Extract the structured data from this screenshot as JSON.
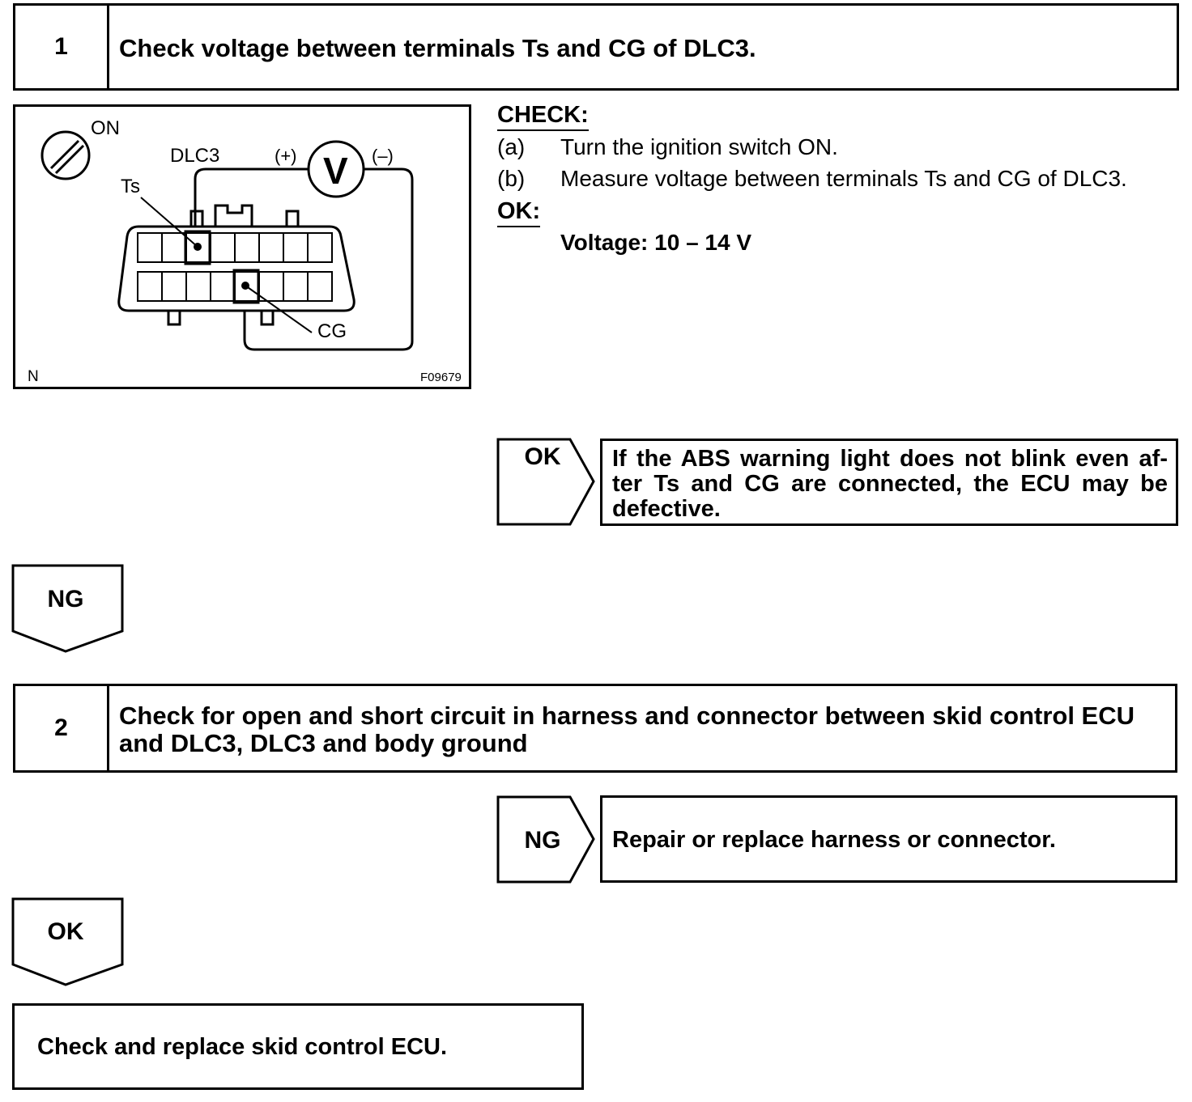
{
  "step1": {
    "number": "1",
    "title": "Check voltage between terminals Ts and CG of DLC3."
  },
  "figure": {
    "label_on": "ON",
    "label_dlc3": "DLC3",
    "label_plus": "(+)",
    "label_minus": "(–)",
    "label_v": "V",
    "label_ts": "Ts",
    "label_cg": "CG",
    "label_n": "N",
    "figure_id": "F09679"
  },
  "check": {
    "heading": "CHECK:",
    "items": [
      {
        "letter": "(a)",
        "text": "Turn the ignition switch ON."
      },
      {
        "letter": "(b)",
        "text": "Measure voltage between terminals Ts and CG of DLC3."
      }
    ],
    "ok_heading": "OK:",
    "ok_value": "Voltage: 10 – 14 V"
  },
  "step1_ok": {
    "label": "OK",
    "result_text": "If the ABS warning light does not blink even af- ter Ts and CG are connected, the ECU may be defective."
  },
  "step1_ng": {
    "label": "NG"
  },
  "step2": {
    "number": "2",
    "title": "Check for open and short circuit in harness and connector between skid control ECU and DLC3, DLC3 and body ground"
  },
  "step2_ng": {
    "label": "NG",
    "result_text": "Repair or replace harness or connector."
  },
  "step2_ok": {
    "label": "OK"
  },
  "final": {
    "text": "Check and replace skid control ECU."
  }
}
